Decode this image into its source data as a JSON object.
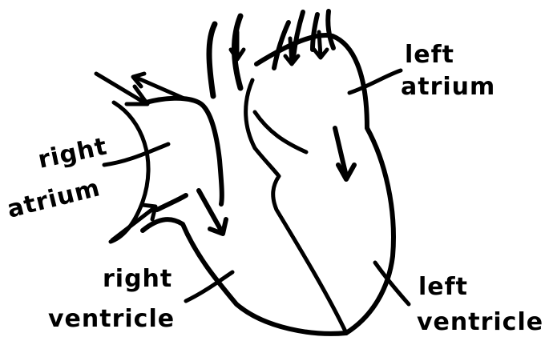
{
  "labels": {
    "left_atrium": [
      "left",
      "atrium"
    ],
    "right_atrium": [
      "right",
      "atrium"
    ],
    "right_ventricle": [
      "right",
      "ventricle"
    ],
    "left_ventricle": [
      "left",
      "ventricle"
    ]
  },
  "colors": {
    "ink": "#000000",
    "background": "#ffffff"
  }
}
